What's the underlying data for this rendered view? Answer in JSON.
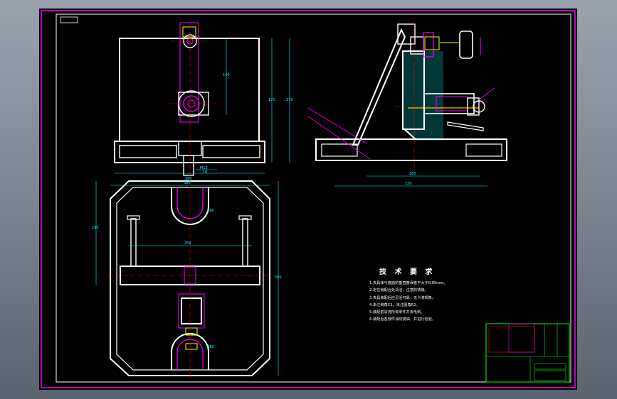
{
  "drawing": {
    "tech_requirements_title": "技 术 要 求",
    "tech_requirements": [
      "1.夹具体与底面的垂直度误差不大于0.05mm。",
      "2.定位销配合处清洁，注意防锈蚀。",
      "3.夹具装配后应灵活可靠，无卡滞现象。",
      "4.未注倒角C1，未注圆角R2。",
      "5.装配前清洗所有零件并去毛刺。",
      "6.装配后各部件涂防锈油，并进行检验。"
    ],
    "dimensions": {
      "top_height": "370",
      "top_inner": "140",
      "top_mid": "170",
      "top_small": "10",
      "top_bolt": "M12",
      "top_width": "380",
      "bottom_height": "580",
      "bottom_width": "380",
      "bottom_mid": "250",
      "bottom_left": "190",
      "bottom_r": "R60",
      "bottom_r2": "R60",
      "side_base": "180",
      "side_total": "220"
    },
    "colors": {
      "outline": "#ffffff",
      "hidden": "#ff00ff",
      "dimension": "#00ffff",
      "centerline": "#ff0000",
      "hatch": "#00ffff",
      "title_block": "#00ff00",
      "frame": "#ff00ff",
      "fixture_part": "#ffff00"
    }
  }
}
